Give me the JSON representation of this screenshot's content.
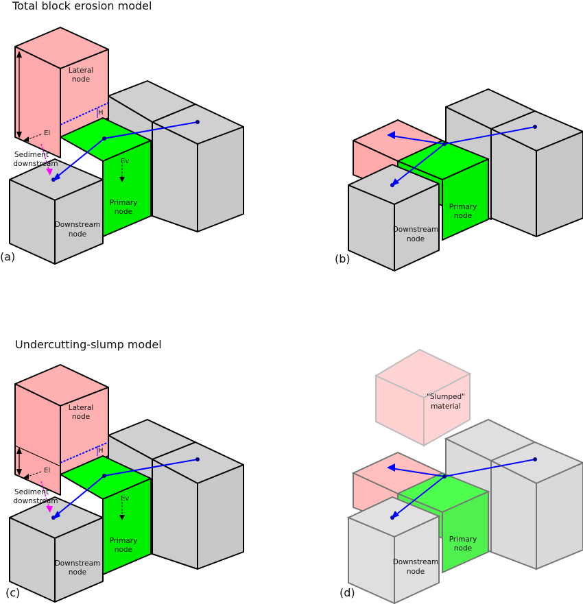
{
  "titles": {
    "top": "Total block erosion model",
    "bottom": "Undercutting-slump model"
  },
  "panels": {
    "a": "(a)",
    "b": "(b)",
    "c": "(c)",
    "d": "(d)"
  },
  "labels": {
    "lateral_line1": "Lateral",
    "lateral_line2": "node",
    "h": "H",
    "el": "El",
    "ev": "Ev",
    "sediment_line1": "Sediment",
    "sediment_line2": "downstream",
    "primary_line1": "Primary",
    "primary_line2": "node",
    "downstream_line1": "Downstream",
    "downstream_line2": "node",
    "slumped_line1": "\"Slumped\"",
    "slumped_line2": "material"
  },
  "colors": {
    "lateral": "#ffb0b0",
    "primary": "#00ff00",
    "grey": "#cccccc",
    "flow": "#0000ff",
    "dotted": "#0000ff",
    "sediment_arrow": "#ff00ff"
  }
}
